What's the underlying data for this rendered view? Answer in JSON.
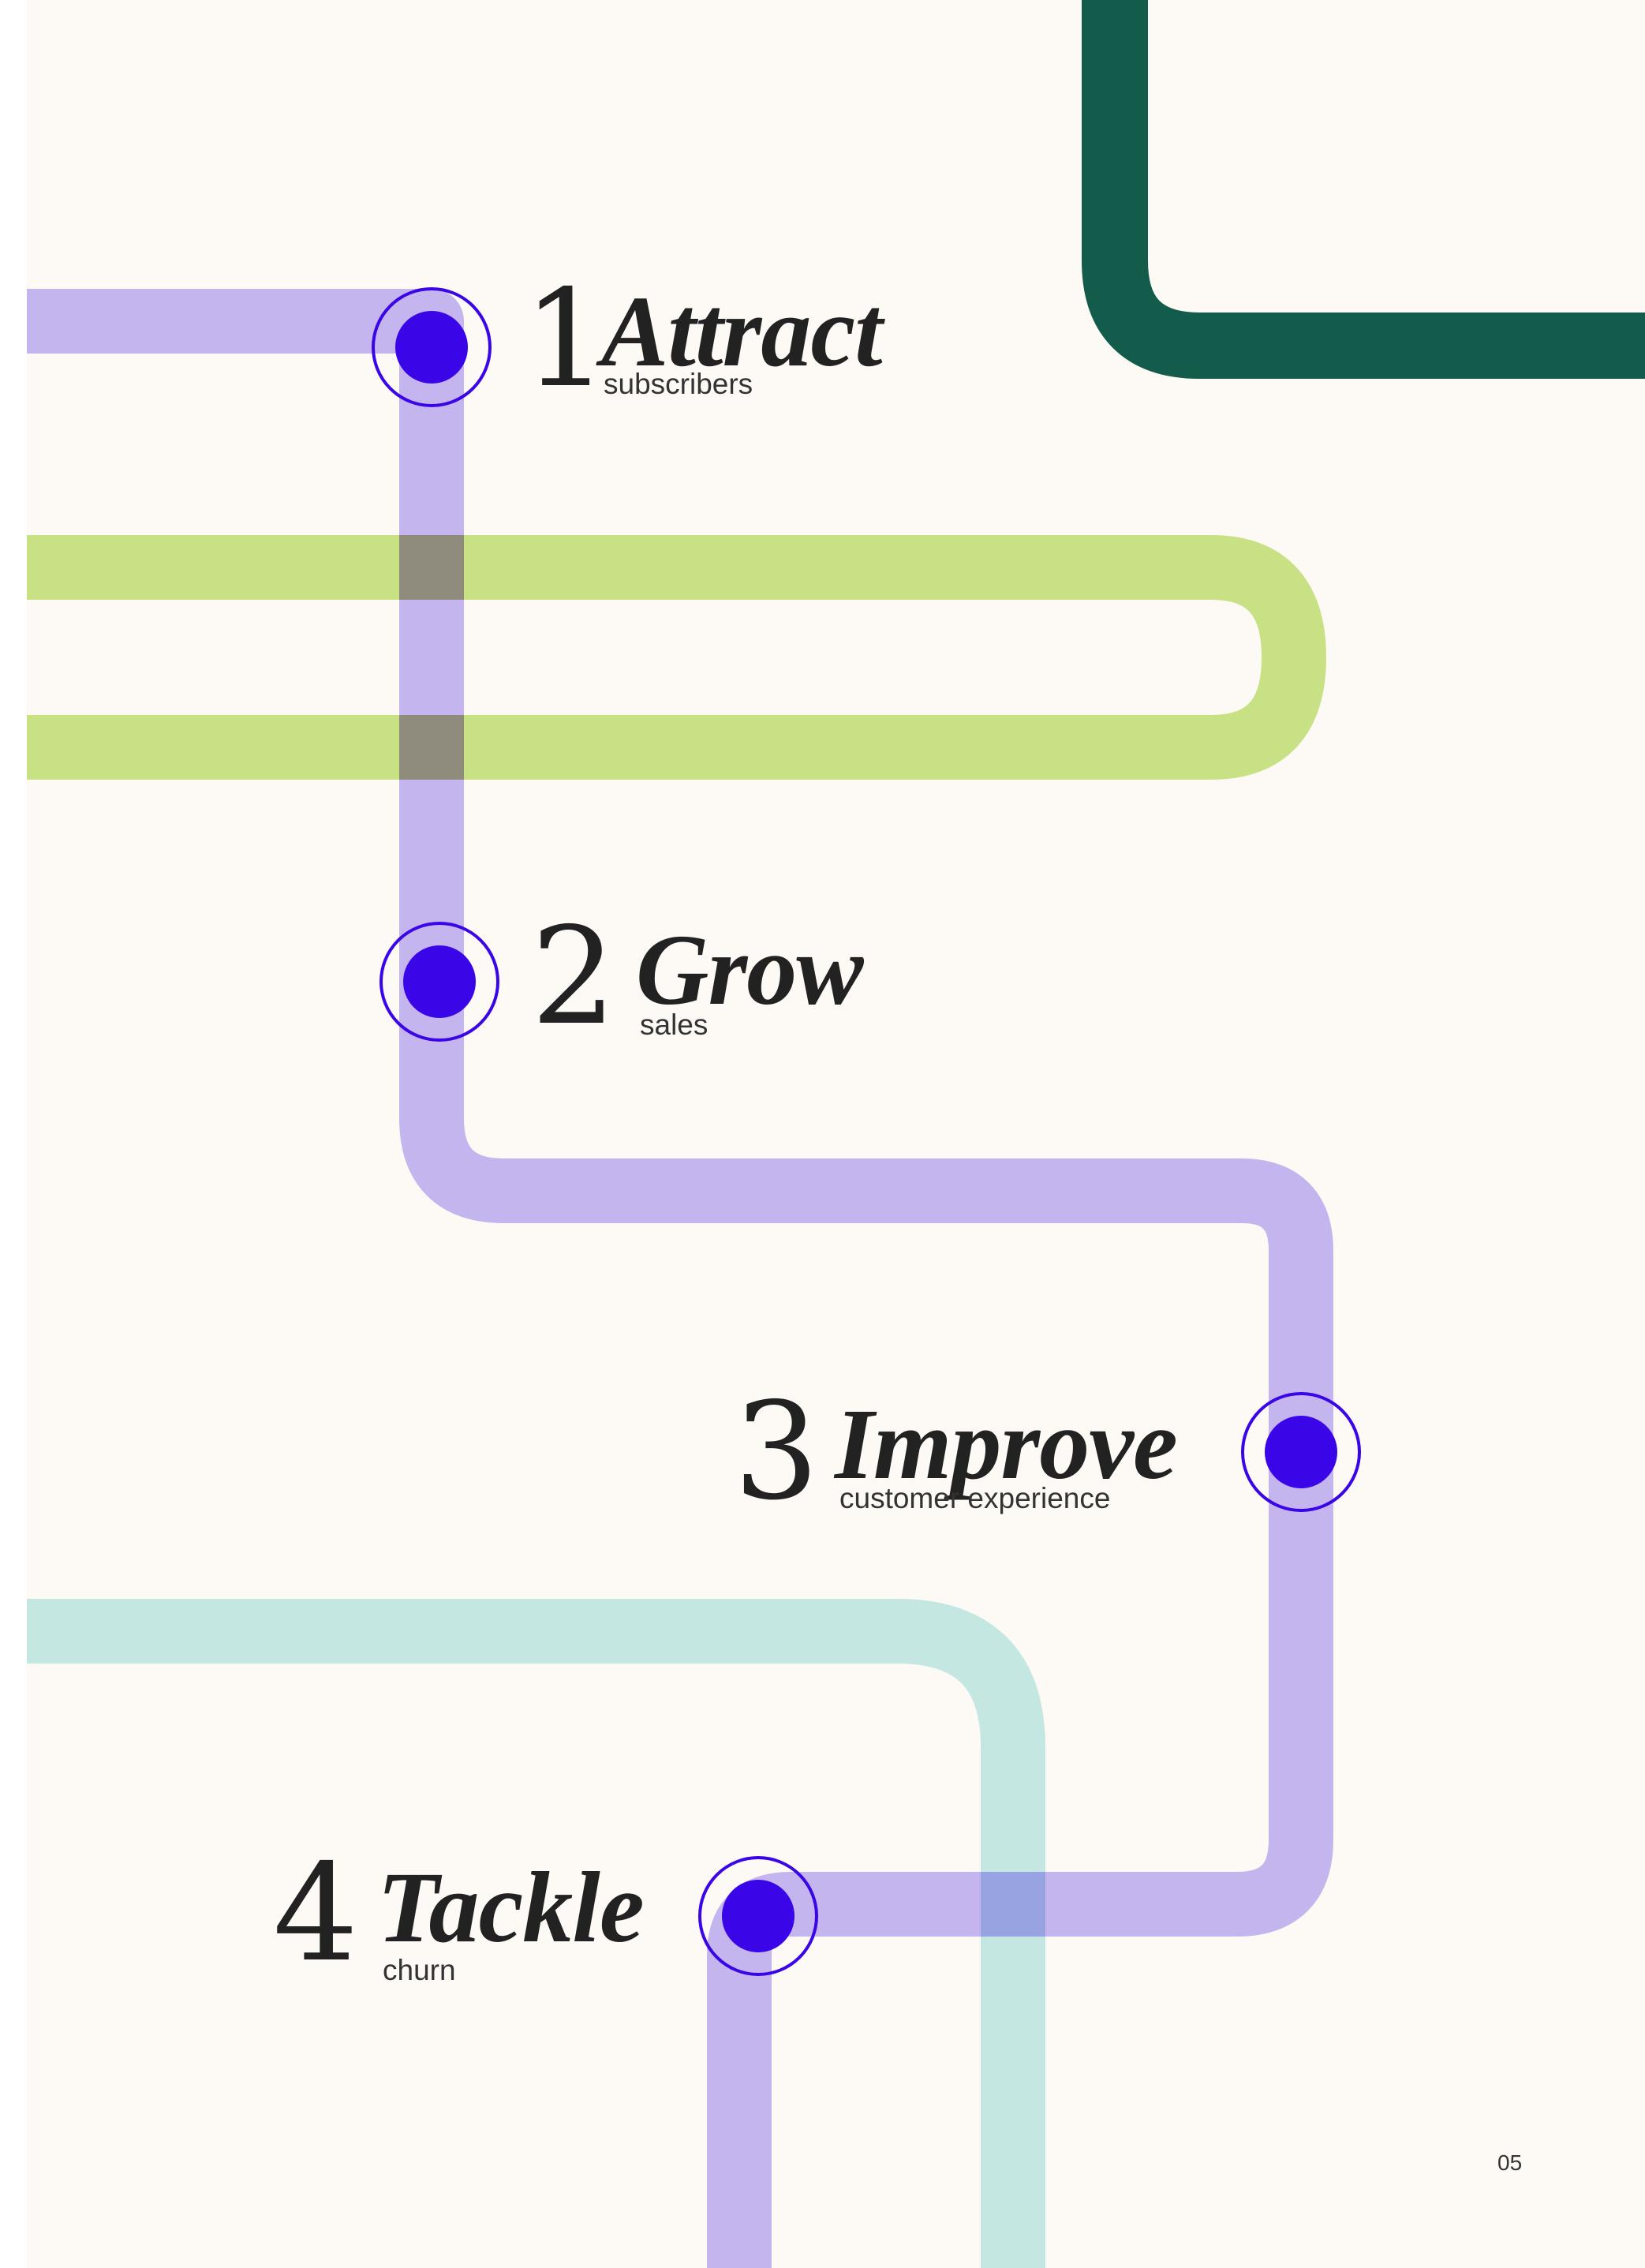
{
  "steps": [
    {
      "number": "1",
      "word": "Attract",
      "sub": "subscribers"
    },
    {
      "number": "2",
      "word": "Grow",
      "sub": "sales"
    },
    {
      "number": "3",
      "word": "Improve",
      "sub": "customer experience"
    },
    {
      "number": "4",
      "word": "Tackle",
      "sub": "churn"
    }
  ],
  "page_number": "05",
  "colors": {
    "background": "#fdfaf6",
    "purple_route": "#b8a6ec",
    "lime_route": "#c6df7e",
    "mint_route": "#bfe6de",
    "dark_green_route": "#135b4b",
    "station_dot": "#3a06e8",
    "text": "#222222"
  }
}
